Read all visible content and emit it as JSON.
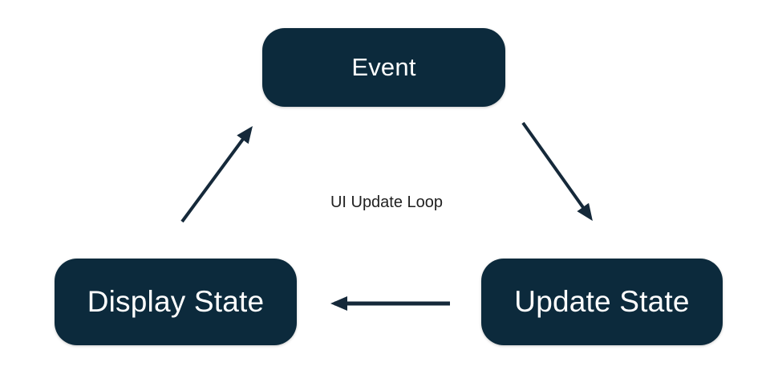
{
  "diagram": {
    "title": "UI Update Loop",
    "nodes": [
      {
        "id": "event",
        "label": "Event"
      },
      {
        "id": "update-state",
        "label": "Update State"
      },
      {
        "id": "display-state",
        "label": "Display State"
      }
    ],
    "edges": [
      {
        "from": "event",
        "to": "update-state"
      },
      {
        "from": "update-state",
        "to": "display-state"
      },
      {
        "from": "display-state",
        "to": "event"
      }
    ],
    "colors": {
      "background": "#ffffff",
      "node_fill": "#0c2a3c",
      "node_text": "#ffffff",
      "arrow": "#15293a",
      "label_text": "#212121"
    }
  }
}
